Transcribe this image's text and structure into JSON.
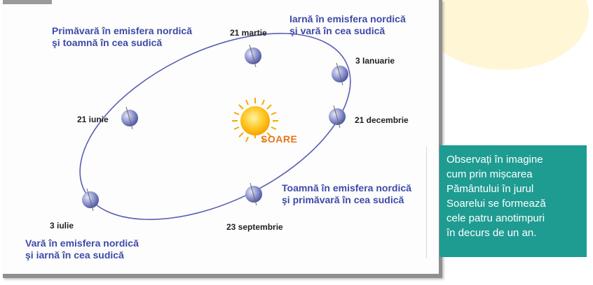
{
  "diagram": {
    "labels": {
      "spring_north": [
        "Primăvară în emisfera nordică",
        "şi toamnă în cea sudică"
      ],
      "winter_north": [
        "Iarnă în emisfera nordică",
        "şi vară în cea sudică"
      ],
      "autumn_north": [
        "Toamnă în emisfera nordică",
        "şi primăvară în cea sudică"
      ],
      "summer_north": [
        "Vară în emisfera nordică",
        "şi iarnă în cea sudică"
      ]
    },
    "dates": {
      "march21": "21 martie",
      "jan3": "3 Ianuarie",
      "dec21": "21 decembrie",
      "sep23": "23 septembrie",
      "jul3": "3 iulie",
      "jun21": "21 iunie"
    },
    "sun_label": "SOARE",
    "colors": {
      "orbit": "#5b5fb3",
      "label_blue": "#3d4aa8",
      "sun": "#f6b300",
      "sun_text": "#e8731a",
      "planet": "#7b83c4"
    }
  },
  "note": {
    "text": "Observaţi în imagine cum prin mişcarea Pământului în jurul Soarelui se formează cele patru anotimpuri în decurs de un an.",
    "lines": [
      "Observați în imagine",
      "cum prin mișcarea",
      "Pământului în jurul",
      "Soarelui se formează",
      "cele patru anotimpuri",
      "în decurs de un an."
    ]
  }
}
